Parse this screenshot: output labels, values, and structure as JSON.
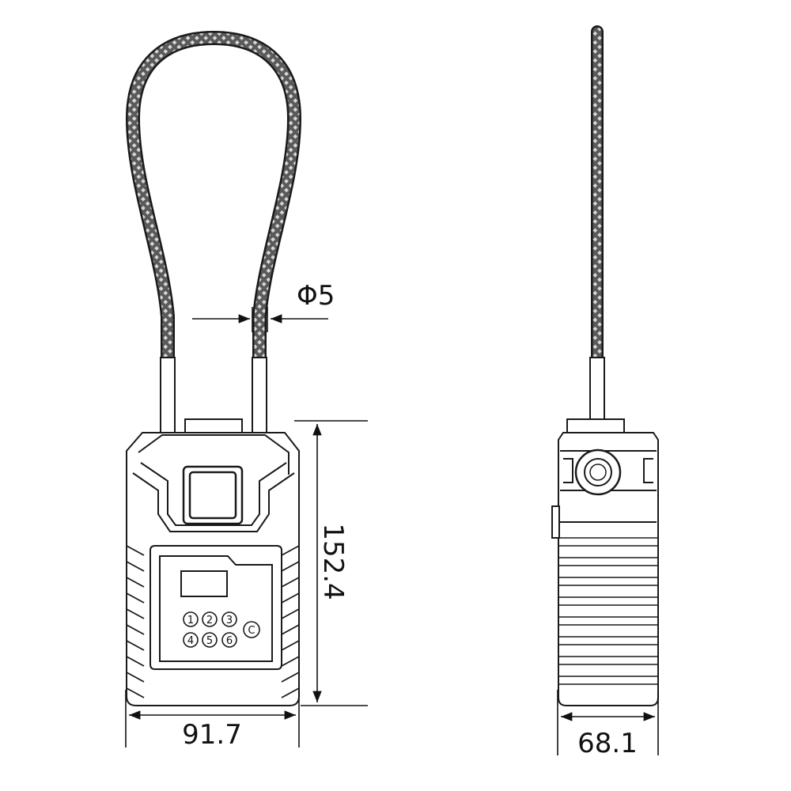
{
  "dimensions": {
    "cable_diameter": "Φ5",
    "height": "152.4",
    "front_width": "91.7",
    "side_depth": "68.1"
  },
  "keypad": {
    "keys": [
      "1",
      "2",
      "3",
      "4",
      "5",
      "6"
    ],
    "clear_key": "C"
  },
  "colors": {
    "line": "#1a1a1a",
    "background": "#ffffff",
    "cable_fill": "#4a4a4a"
  },
  "views": [
    "front-view",
    "side-view"
  ]
}
